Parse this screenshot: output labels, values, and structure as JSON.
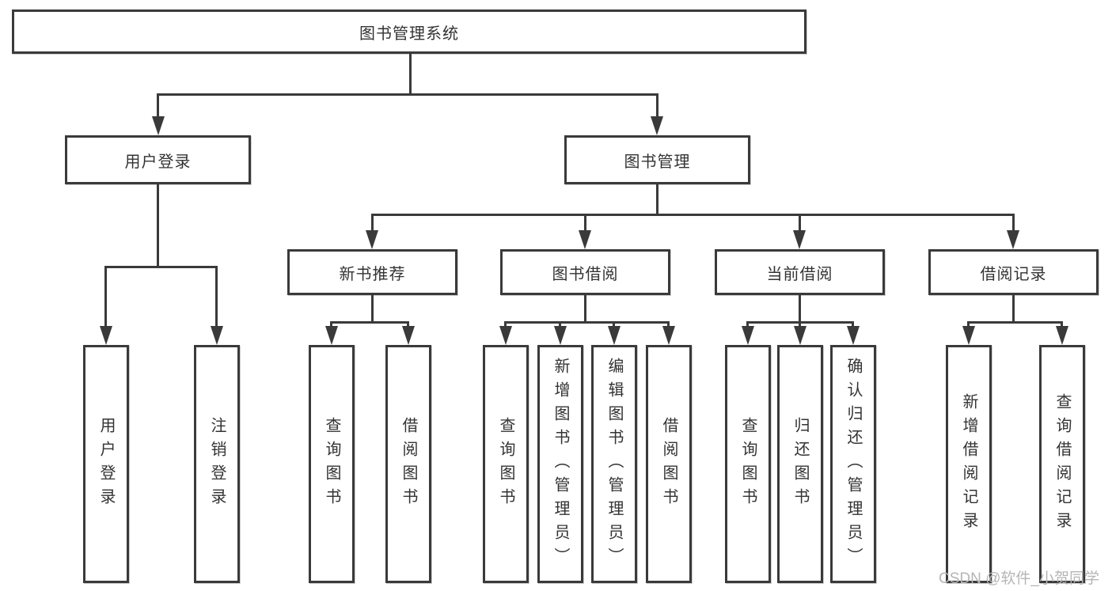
{
  "nodes": {
    "root": "图书管理系统",
    "user_login": "用户登录",
    "book_mgmt": "图书管理",
    "new_books": "新书推荐",
    "book_borrow": "图书借阅",
    "current_borrow": "当前借阅",
    "borrow_records": "借阅记录"
  },
  "leaves": {
    "user_login": [
      "用户登录",
      "注销登录"
    ],
    "new_books": [
      "查询图书",
      "借阅图书"
    ],
    "book_borrow": [
      "查询图书",
      "新增图书（管理员）",
      "编辑图书（管理员）",
      "借阅图书"
    ],
    "current_borrow": [
      "查询图书",
      "归还图书",
      "确认归还（管理员）"
    ],
    "borrow_records": [
      "新增借阅记录",
      "查询借阅记录"
    ]
  },
  "watermark": "CSDN @软件_小贺同学",
  "colors": {
    "line": "#3a3a3a",
    "text": "#333333",
    "watermark": "#b5b5b5",
    "background": "#ffffff"
  }
}
